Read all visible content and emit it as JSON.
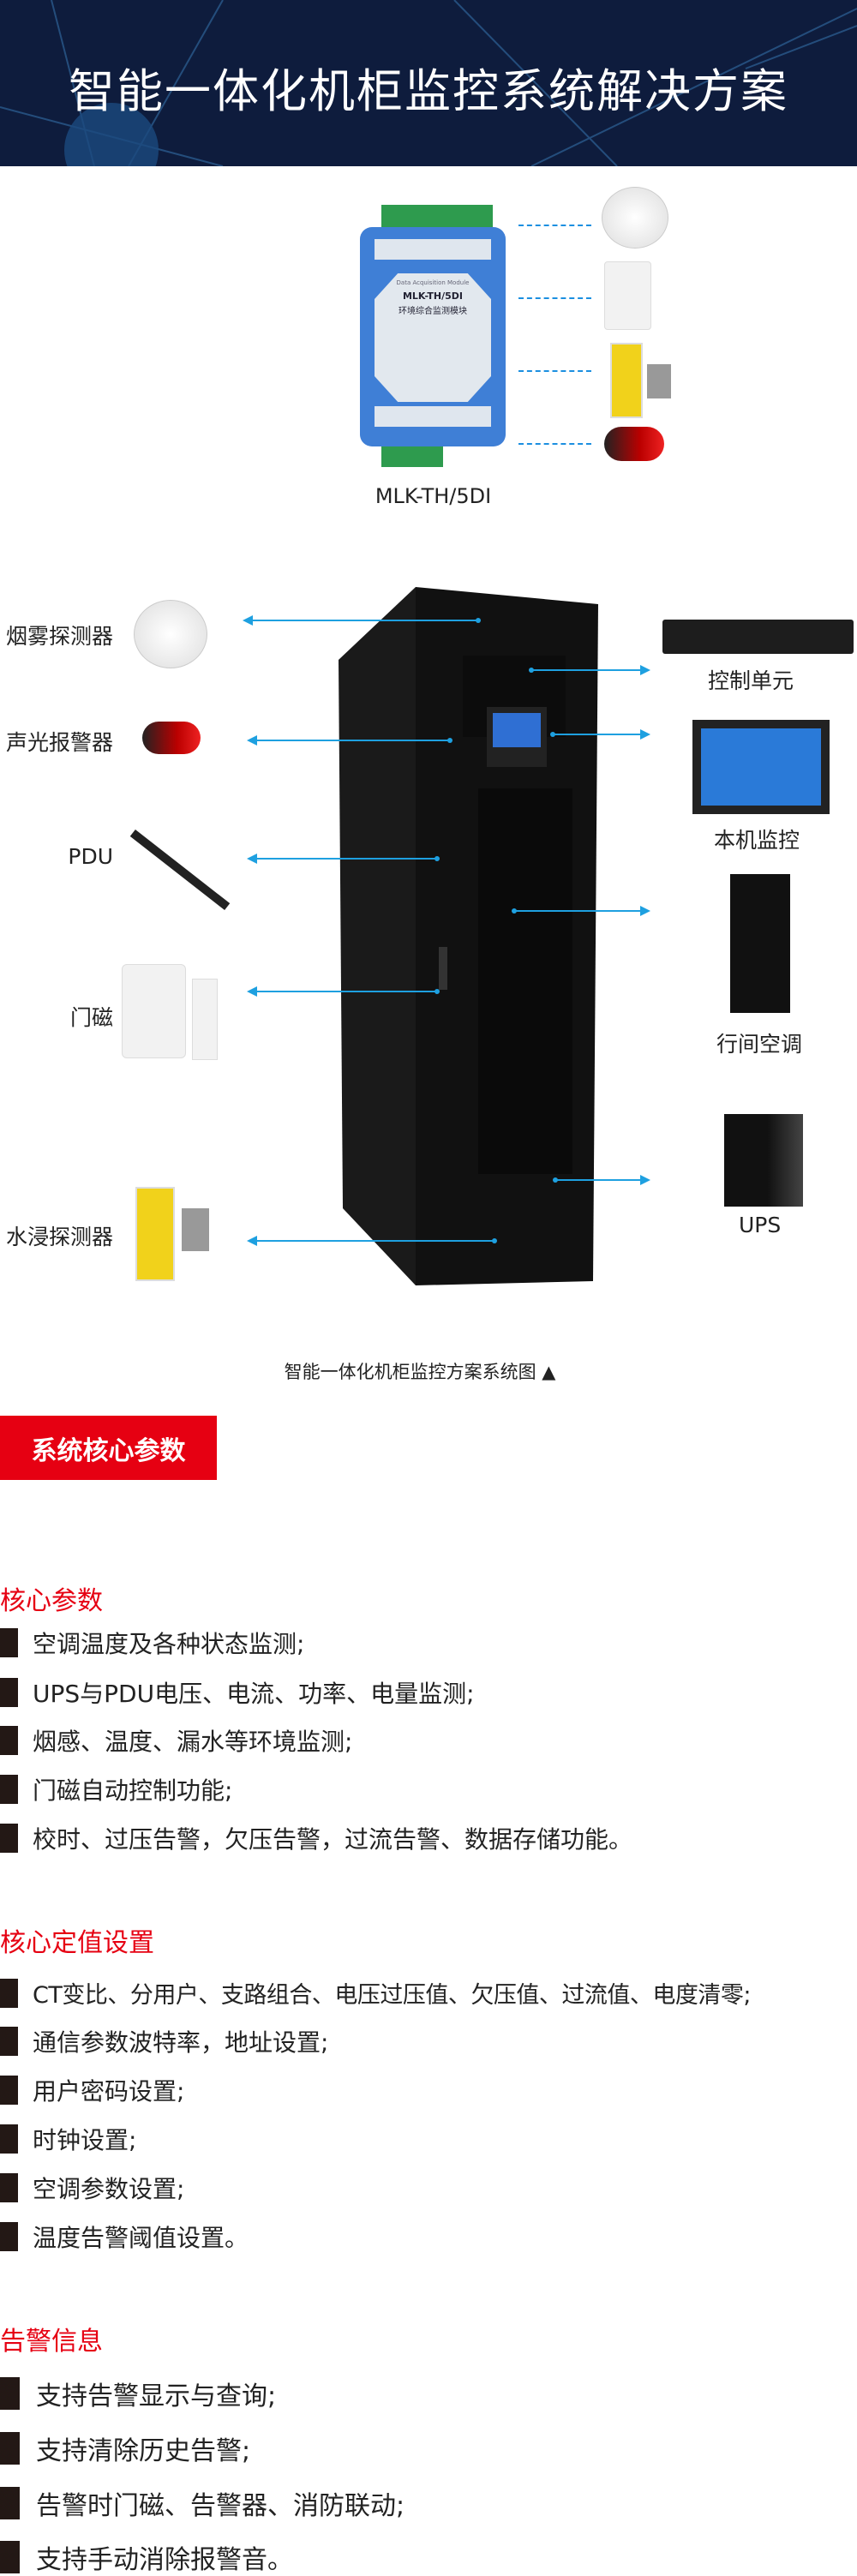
{
  "header": {
    "title": "智能一体化机柜监控系统解决方案"
  },
  "module": {
    "label": "MLK-TH/5DI",
    "panel_model": "MLK-TH/5DI",
    "panel_subtitle": "Data Acquisition Module",
    "panel_name": "环境综合监测模块"
  },
  "diagram": {
    "left_devices": [
      {
        "label": "烟雾探测器",
        "icon": "smoke-detector"
      },
      {
        "label": "声光报警器",
        "icon": "alarm-light"
      },
      {
        "label": "PDU",
        "icon": "pdu"
      },
      {
        "label": "门磁",
        "icon": "door-sensor"
      },
      {
        "label": "水浸探测器",
        "icon": "water-leak-detector"
      }
    ],
    "right_devices": [
      {
        "label": "控制单元",
        "icon": "control-unit"
      },
      {
        "label": "本机监控",
        "icon": "touch-screen"
      },
      {
        "label": "行间空调",
        "icon": "in-row-ac"
      },
      {
        "label": "UPS",
        "icon": "ups"
      }
    ],
    "caption": "智能一体化机柜监控方案系统图 ▲"
  },
  "badge": "系统核心参数",
  "sections": [
    {
      "title": "核心参数",
      "items": [
        "空调温度及各种状态监测;",
        "UPS与PDU电压、电流、功率、电量监测;",
        "烟感、温度、漏水等环境监测;",
        "门磁自动控制功能;",
        "校时、过压告警，欠压告警，过流告警、数据存储功能。"
      ]
    },
    {
      "title": "核心定值设置",
      "items": [
        "CT变比、分用户、支路组合、电压过压值、欠压值、过流值、电度清零;",
        "通信参数波特率，地址设置;",
        "用户密码设置;",
        "时钟设置;",
        "空调参数设置;",
        "温度告警阈值设置。"
      ]
    },
    {
      "title": "告警信息",
      "items": [
        "支持告警显示与查询;",
        "支持清除历史告警;",
        "告警时门磁、告警器、消防联动;",
        "支持手动消除报警音。"
      ]
    }
  ],
  "colors": {
    "accent": "#e60012",
    "header_bg": "#0e1c3d",
    "arrow": "#1ea0e0"
  }
}
